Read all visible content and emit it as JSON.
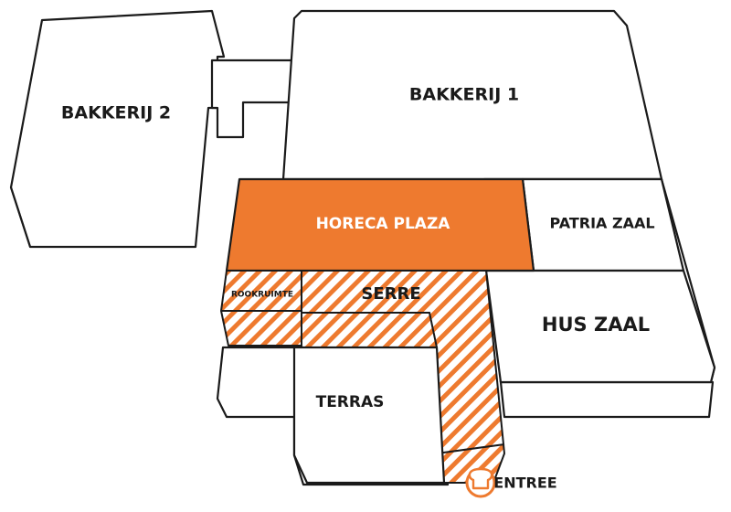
{
  "map": {
    "rooms": {
      "bakkerij2": {
        "label": "BAKKERIJ 2"
      },
      "bakkerij1": {
        "label": "BAKKERIJ 1"
      },
      "horeca_plaza": {
        "label": "HORECA PLAZA"
      },
      "patria_zaal": {
        "label": "PATRIA ZAAL"
      },
      "rookruimte": {
        "label": "ROOKRUIMTE"
      },
      "serre": {
        "label": "SERRE"
      },
      "hus_zaal": {
        "label": "HUS ZAAL"
      },
      "terras": {
        "label": "TERRAS"
      }
    },
    "entrance": {
      "label": "ENTREE",
      "icon": "toast-icon"
    },
    "colors": {
      "accent": "#ee7a2f",
      "outline": "#1a1a1a",
      "background": "#ffffff"
    }
  }
}
